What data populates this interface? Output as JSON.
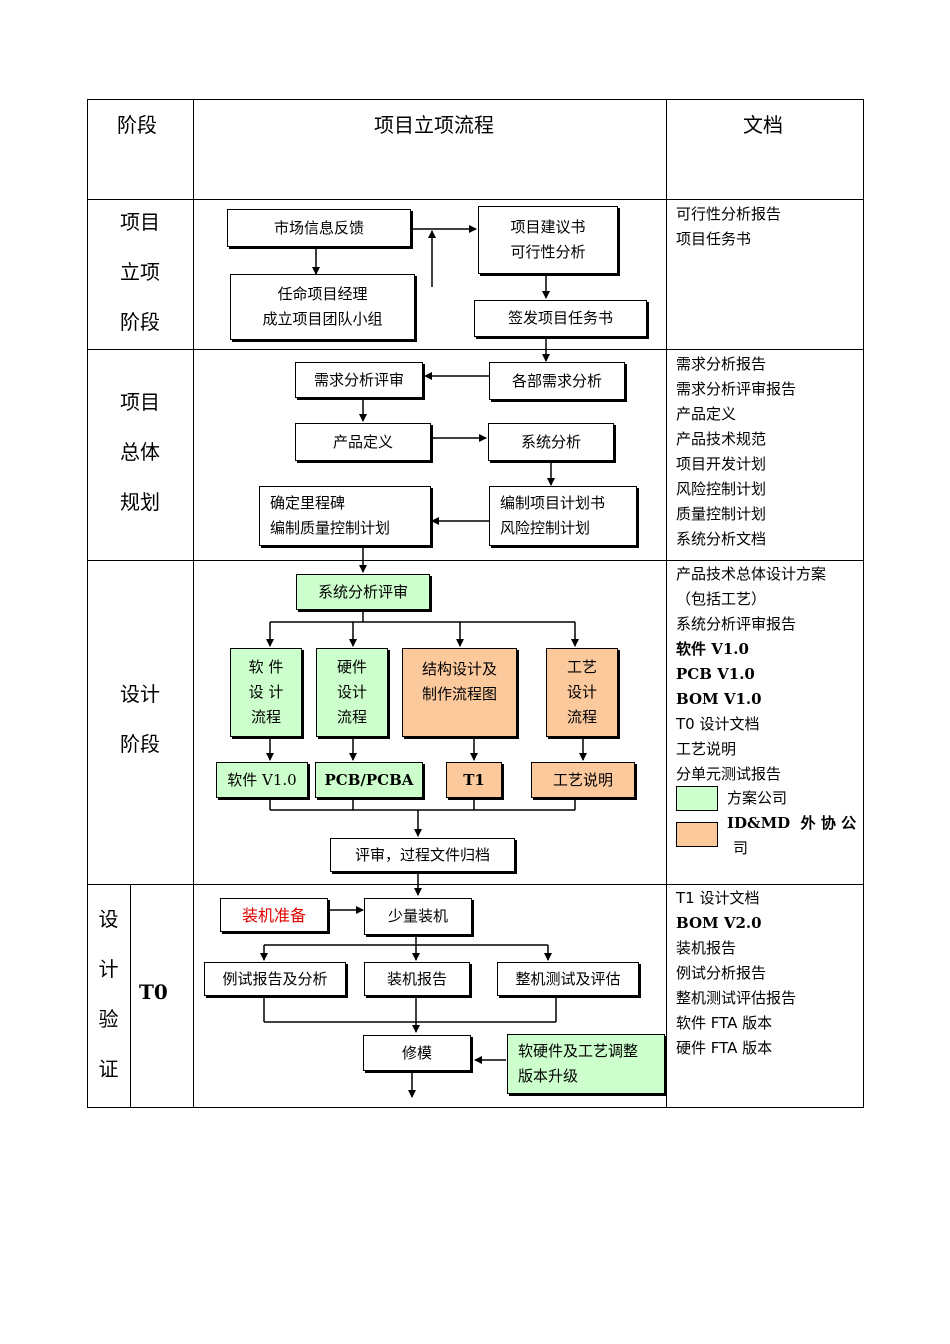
{
  "header": {
    "stage": "阶段",
    "flow": "项目立项流程",
    "docs": "文档"
  },
  "stages": {
    "s1": [
      "项目",
      "立项",
      "阶段"
    ],
    "s2": [
      "项目",
      "总体",
      "规划"
    ],
    "s3": [
      "设计",
      "阶段"
    ],
    "s4": [
      "设",
      "计",
      "验",
      "证"
    ],
    "s4_sub": "T0"
  },
  "flow": {
    "market_feedback": "市场信息反馈",
    "appoint_pm": "任命项目经理\n成立项目团队小组",
    "proposal": "项目建议书\n可行性分析",
    "issue_task": "签发项目任务书",
    "req_review": "需求分析评审",
    "dept_req": "各部需求分析",
    "product_def": "产品定义",
    "sys_analysis": "系统分析",
    "milestone": "确定里程碑\n编制质量控制计划",
    "project_plan": "编制项目计划书\n风险控制计划",
    "sys_review": "系统分析评审",
    "sw_flow": "软 件\n设 计\n流程",
    "hw_flow": "硬件\n设计\n流程",
    "struct_flow": "结构设计及\n制作流程图",
    "process_flow": "工艺\n设计\n流程",
    "sw_v": "软件 V1.0",
    "pcb": "PCB/PCBA",
    "t1": "T1",
    "process_doc": "工艺说明",
    "review_archive": "评审，过程文件归档",
    "assembly_prep": "装机准备",
    "small_assembly": "少量装机",
    "test_report": "例试报告及分析",
    "assembly_report": "装机报告",
    "full_test": "整机测试及评估",
    "mold_fix": "修模",
    "upgrade": "软硬件及工艺调整\n版本升级"
  },
  "docs": {
    "s1": [
      "可行性分析报告",
      "项目任务书"
    ],
    "s2": [
      "需求分析报告",
      "需求分析评审报告",
      "产品定义",
      "产品技术规范",
      "项目开发计划",
      "风险控制计划",
      "质量控制计划",
      "系统分析文档"
    ],
    "s3": [
      "产品技术总体设计方案",
      "（包括工艺）",
      "系统分析评审报告",
      "软件 V1.0",
      "PCB V1.0",
      "BOM V1.0",
      "T0 设计文档",
      "工艺说明",
      "分单元测试报告"
    ],
    "legend_green": "方案公司",
    "legend_orange_1": "ID&MD  外 协 公",
    "legend_orange_2": "司",
    "s4": [
      "T1 设计文档",
      "BOM V2.0",
      "装机报告",
      "例试分析报告",
      "整机测试评估报告",
      "软件 FTA 版本",
      "硬件 FTA 版本"
    ]
  },
  "colors": {
    "green": "#ccffcc",
    "orange": "#fcc99c",
    "red": "#e00000"
  }
}
